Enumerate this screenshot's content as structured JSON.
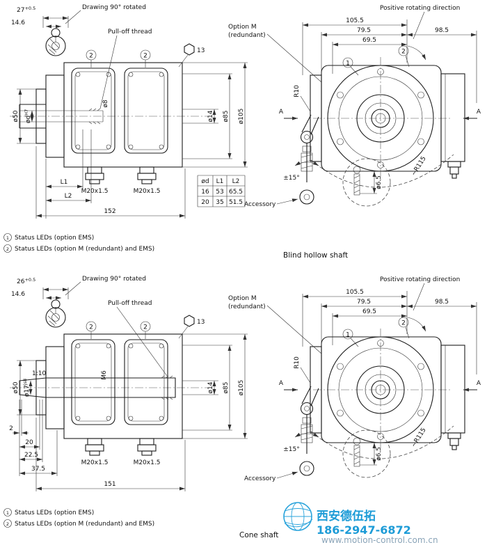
{
  "top": {
    "caption": "Blind hollow shaft",
    "detail": {
      "dim_w": "27",
      "dim_w_tol": "+0.5",
      "dim_b": "14.6",
      "rotated": "Drawing 90° rotated",
      "pulloff": "Pull-off thread",
      "hex": "13"
    },
    "side": {
      "dia50": "ø50",
      "diad": "ød",
      "diad_tol": "H7",
      "dia8": "ø8",
      "dia14": "ø14",
      "dia85": "ø85",
      "dia105": "ø105",
      "L1": "L1",
      "L2": "L2",
      "total": "152",
      "gland1": "M20x1.5",
      "gland2": "M20x1.5",
      "led_a": "2",
      "led_b": "2"
    },
    "table": {
      "h1": "ød",
      "h2": "L1",
      "h3": "L2",
      "r1c1": "16",
      "r1c2": "53",
      "r1c3": "65.5",
      "r2c1": "20",
      "r2c2": "35",
      "r2c3": "51.5"
    },
    "front": {
      "option1": "Option M",
      "option2": "(redundant)",
      "rotdir": "Positive rotating direction",
      "d1055": "105.5",
      "d795": "79.5",
      "d695": "69.5",
      "d985": "98.5",
      "r10": "R10",
      "aL": "A",
      "aR": "A",
      "pm15": "±15°",
      "dia65": "ø6.5",
      "r115": "~R115",
      "accessory": "Accessory",
      "led1": "1",
      "led2": "2"
    },
    "legend": {
      "n1": "1",
      "t1": "Status LEDs (option EMS)",
      "n2": "2",
      "t2": "Status LEDs (option M (redundant) and EMS)"
    }
  },
  "bottom": {
    "caption": "Cone shaft",
    "detail": {
      "dim_w": "26",
      "dim_w_tol": "+0.5",
      "dim_b": "14.6",
      "rotated": "Drawing 90° rotated",
      "pulloff": "Pull-off thread",
      "hex": "13"
    },
    "side": {
      "dia50": "ø50",
      "dia17": "ø17",
      "dia17_tol": "js8",
      "taper": "1:10",
      "thread": "M6",
      "dia14": "ø14",
      "dia85": "ø85",
      "dia105": "ø105",
      "d2": "2",
      "d20": "20",
      "d225": "22.5",
      "d375": "37.5",
      "total": "151",
      "gland1": "M20x1.5",
      "gland2": "M20x1.5",
      "led_a": "2",
      "led_b": "2"
    },
    "front": {
      "option1": "Option M",
      "option2": "(redundant)",
      "rotdir": "Positive rotating direction",
      "d1055": "105.5",
      "d795": "79.5",
      "d695": "69.5",
      "d985": "98.5",
      "r10": "R10",
      "aL": "A",
      "aR": "A",
      "pm15": "±15°",
      "dia65": "ø6.5",
      "r115": "~R115",
      "accessory": "Accessory",
      "led1": "1",
      "led2": "2"
    },
    "legend": {
      "n1": "1",
      "t1": "Status LEDs (option EMS)",
      "n2": "2",
      "t2": "Status LEDs (option M (redundant) and EMS)"
    }
  },
  "watermark": {
    "company": "西安德伍拓",
    "phone": "186-2947-6872",
    "url": "www.motion-control.com.cn"
  }
}
